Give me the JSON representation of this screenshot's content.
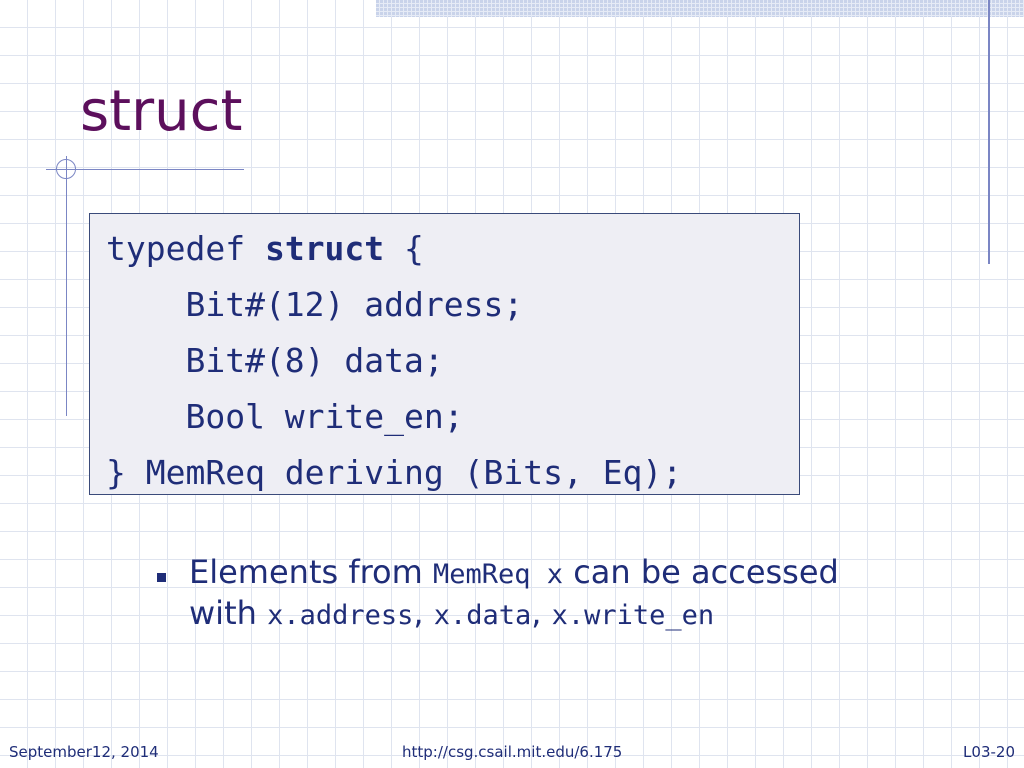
{
  "slide": {
    "title": "struct"
  },
  "code": {
    "line1_typedef": "typedef",
    "line1_struct": "struct",
    "line1_brace": "{",
    "line2": "    Bit#(12) address;",
    "line3": "    Bit#(8) data;",
    "line4": "    Bool write_en;",
    "line5": "} MemReq deriving (Bits, Eq);"
  },
  "bullet": {
    "part1": "Elements from",
    "code1": "MemReq x",
    "part2": "can be accessed",
    "part3": "with",
    "code2": "x.address",
    "sep1": ",",
    "code3": "x.data",
    "sep2": ",",
    "code4": "x.write_en"
  },
  "footer": {
    "date": "September12, 2014",
    "url": "http://csg.csail.mit.edu/6.175",
    "slide_number": "L03-20"
  },
  "colors": {
    "title": "#5c0f5c",
    "text": "#1f2d78",
    "rule": "#7b86c4",
    "code_background": "#eeeef4"
  }
}
